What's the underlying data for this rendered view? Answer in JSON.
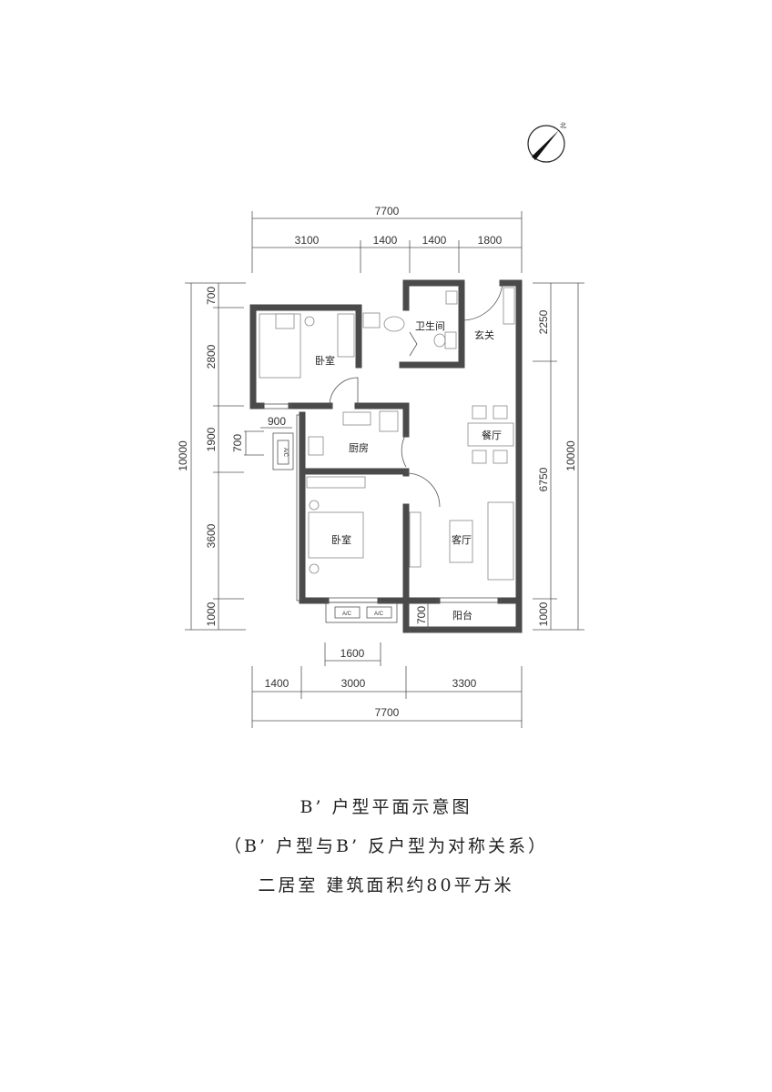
{
  "compass": {
    "label": "北"
  },
  "dimensions": {
    "top_total": "7700",
    "top_segments": [
      "3100",
      "1400",
      "1400",
      "1800"
    ],
    "left_total": "10000",
    "left_segments": [
      "700",
      "2800",
      "1900",
      "3600",
      "1000"
    ],
    "right_total": "10000",
    "right_segments": [
      "2250",
      "6750",
      "1000"
    ],
    "bottom_segments": [
      "1400",
      "3000",
      "3300"
    ],
    "bottom_total": "7700",
    "window_1600": "1600",
    "ac_900": "900",
    "ac_700": "700",
    "balcony_700": "700"
  },
  "rooms": {
    "bedroom_1": "卧室",
    "bathroom": "卫生间",
    "entrance": "玄关",
    "kitchen": "厨房",
    "dining": "餐厅",
    "bedroom_2": "卧室",
    "living": "客厅",
    "balcony": "阳台"
  },
  "ac_units": [
    "A/C",
    "A/C",
    "A/C"
  ],
  "captions": {
    "title": "B’ 户型平面示意图",
    "note": "（B’ 户型与B’ 反户型为对称关系）",
    "area": "二居室  建筑面积约80平方米"
  }
}
